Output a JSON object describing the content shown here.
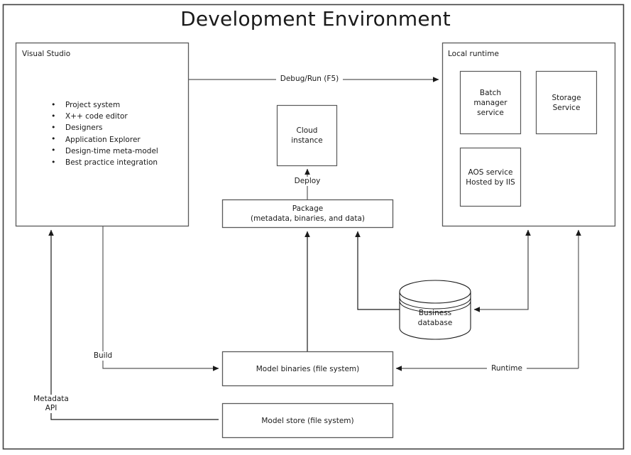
{
  "title": "Development Environment",
  "nodes": {
    "visual_studio": {
      "label": "Visual Studio",
      "bullets": [
        "Project system",
        "X++ code editor",
        "Designers",
        "Application Explorer",
        "Design-time meta-model",
        "Best practice integration"
      ]
    },
    "local_runtime": {
      "label": "Local runtime",
      "children": [
        {
          "id": "batch-manager-service",
          "label": "Batch\nmanager\nservice"
        },
        {
          "id": "storage-service",
          "label": "Storage\nService"
        },
        {
          "id": "aos-service",
          "label": "AOS service\nHosted by IIS"
        }
      ]
    },
    "cloud_instance": {
      "label": "Cloud\ninstance"
    },
    "package": {
      "label": "Package\n(metadata, binaries, and data)"
    },
    "business_database": {
      "label": "Business\ndatabase"
    },
    "model_binaries": {
      "label": "Model binaries (file system)"
    },
    "model_store": {
      "label": "Model store (file system)"
    }
  },
  "edges": [
    {
      "id": "debug-run",
      "label": "Debug/Run (F5)",
      "from": "visual-studio",
      "to": "local-runtime"
    },
    {
      "id": "deploy",
      "label": "Deploy",
      "from": "package",
      "to": "cloud-instance"
    },
    {
      "id": "build",
      "label": "Build",
      "from": "visual-studio",
      "to": "model-binaries"
    },
    {
      "id": "metadata-api",
      "label": "Metadata\nAPI",
      "from": "model-store",
      "to": "visual-studio"
    },
    {
      "id": "runtime",
      "label": "Runtime",
      "from": "local-runtime",
      "to": "model-binaries"
    }
  ],
  "colors": {
    "stroke": "#595959",
    "frame": "#404040",
    "text": "#1a1a1a",
    "background": "#ffffff"
  }
}
